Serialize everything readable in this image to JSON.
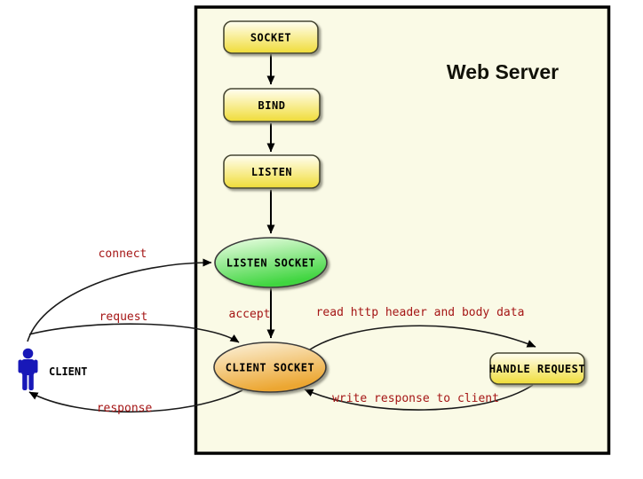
{
  "diagram": {
    "title": "Web Server",
    "nodes": {
      "socket": "SOCKET",
      "bind": "BIND",
      "listen": "LISTEN",
      "listen_socket": "LISTEN SOCKET",
      "client_socket": "CLIENT SOCKET",
      "handle_request": "HANDLE REQUEST"
    },
    "actor": {
      "label": "CLIENT"
    },
    "edge_labels": {
      "connect": "connect",
      "request": "request",
      "response": "response",
      "accept": "accept",
      "read": "read http header and body data",
      "write": "write response to client"
    },
    "colors": {
      "server_canvas_fill": "#fafae6",
      "server_border": "#000000",
      "box_yellow_top": "#fffef2",
      "box_yellow_bottom": "#efdc38",
      "ellipse_green_top": "#f2ffea",
      "ellipse_green_bottom": "#3fd53f",
      "ellipse_orange_top": "#fcf4e0",
      "ellipse_orange_bottom": "#eca631",
      "edge_label_red": "#a51616",
      "actor_blue": "#1818b8",
      "arrow_black": "#000000"
    }
  }
}
